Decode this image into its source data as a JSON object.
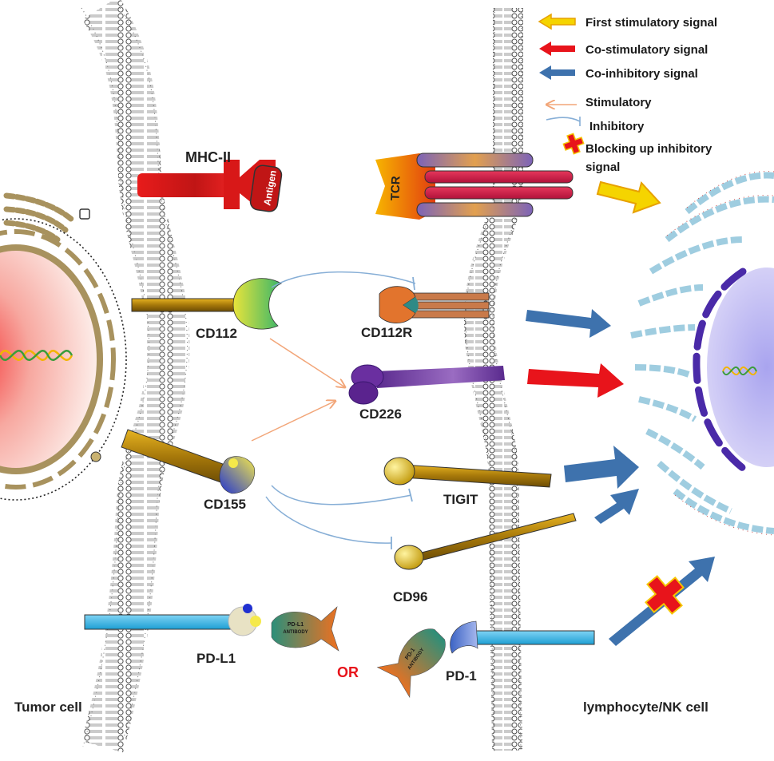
{
  "legend": {
    "first_stimulatory": "First stimulatory signal",
    "co_stimulatory": "Co-stimulatory signal",
    "co_inhibitory": "Co-inhibitory signal",
    "stimulatory": "Stimulatory",
    "inhibitory": "Inhibitory",
    "blocking_line1": "Blocking up inhibitory",
    "blocking_line2": "signal"
  },
  "labels": {
    "mhc": "MHC-II",
    "antigen": "Antigen",
    "tcr": "TCR",
    "cd112": "CD112",
    "cd112r": "CD112R",
    "cd226": "CD226",
    "cd155": "CD155",
    "tigit": "TIGIT",
    "cd96": "CD96",
    "pdl1": "PD-L1",
    "pd1": "PD-1",
    "pdl1_ab_line1": "PD-L1",
    "pdl1_ab_line2": "ANTIBODY",
    "pd1_ab_line1": "PD-1",
    "pd1_ab_line2": "ANTIBODY",
    "or": "OR",
    "tumor_cell": "Tumor  cell",
    "lymphocyte": "lymphocyte/NK cell"
  },
  "colors": {
    "first_stimulatory": "#f5d400",
    "co_stimulatory": "#e8141b",
    "co_inhibitory": "#3e72ad",
    "stimulatory_line": "#f2a679",
    "inhibitory_line": "#86aed6",
    "or_text": "#e8141b"
  }
}
